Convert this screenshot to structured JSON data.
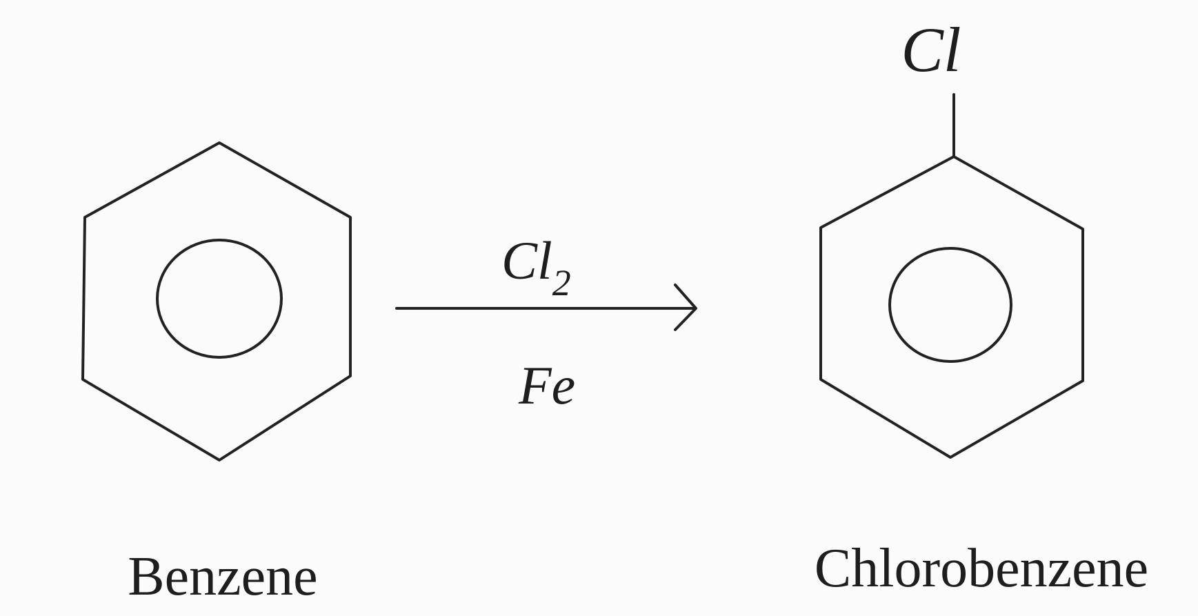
{
  "reactant": {
    "name": "Benzene"
  },
  "reagents": {
    "above_arrow": "Cl",
    "above_arrow_subscript": "2",
    "below_arrow": "Fe"
  },
  "product": {
    "name": "Chlorobenzene",
    "substituent": "Cl"
  },
  "colors": {
    "ink": "#222222",
    "background": "#fbfbfb"
  }
}
